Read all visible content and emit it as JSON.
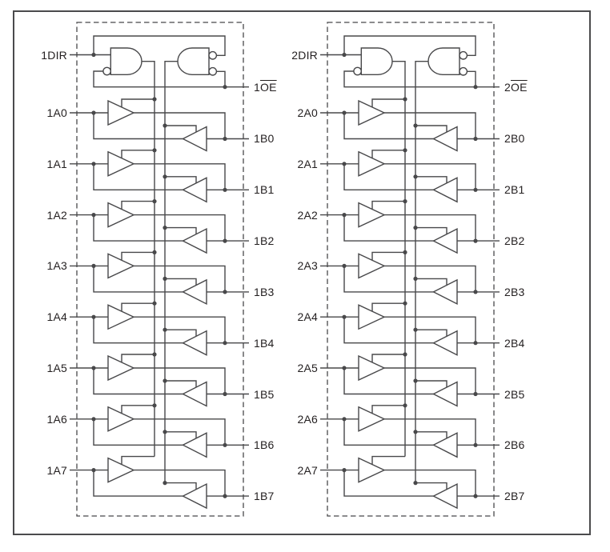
{
  "diagram": {
    "description": "Dual 8-bit bus transceiver logic diagram with direction control",
    "colors": {
      "background": "#ffffff",
      "line": "#48484a",
      "frame": "#4b4b4d",
      "text": "#231f20"
    }
  },
  "blocks": [
    {
      "dir_label": "1DIR",
      "oe_label": {
        "prefix": "1",
        "overlined": "OE"
      },
      "a_ports": [
        "1A0",
        "1A1",
        "1A2",
        "1A3",
        "1A4",
        "1A5",
        "1A6",
        "1A7"
      ],
      "b_ports": [
        "1B0",
        "1B1",
        "1B2",
        "1B3",
        "1B4",
        "1B5",
        "1B6",
        "1B7"
      ]
    },
    {
      "dir_label": "2DIR",
      "oe_label": {
        "prefix": "2",
        "overlined": "OE"
      },
      "a_ports": [
        "2A0",
        "2A1",
        "2A2",
        "2A3",
        "2A4",
        "2A5",
        "2A6",
        "2A7"
      ],
      "b_ports": [
        "2B0",
        "2B1",
        "2B2",
        "2B3",
        "2B4",
        "2B5",
        "2B6",
        "2B7"
      ]
    }
  ]
}
